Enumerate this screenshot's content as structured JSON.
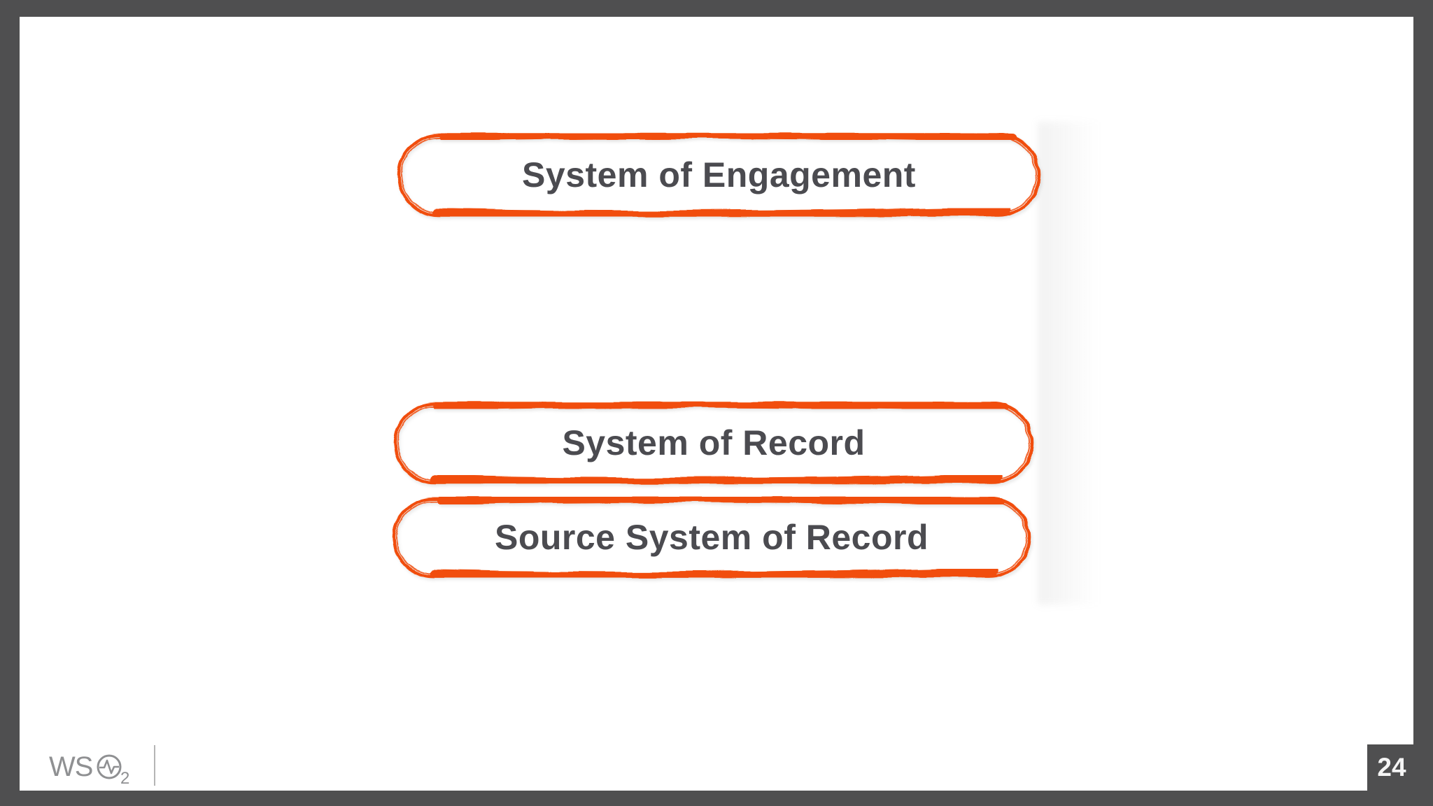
{
  "slide": {
    "boxes": [
      {
        "label": "System of Engagement"
      },
      {
        "label": "System of Record"
      },
      {
        "label": "Source System of Record"
      }
    ],
    "footer": {
      "logo_name": "wso2-logo",
      "logo_main": "WS",
      "logo_sub": "2",
      "page_number": "24"
    }
  },
  "colors": {
    "accent_orange": "#f14e0c",
    "frame_gray": "#4f4f50",
    "title_text": "#4b4b50",
    "logo_gray": "#8f9092",
    "divider_gray": "#b5b5b5",
    "page_number_text": "#f5f5f5"
  }
}
